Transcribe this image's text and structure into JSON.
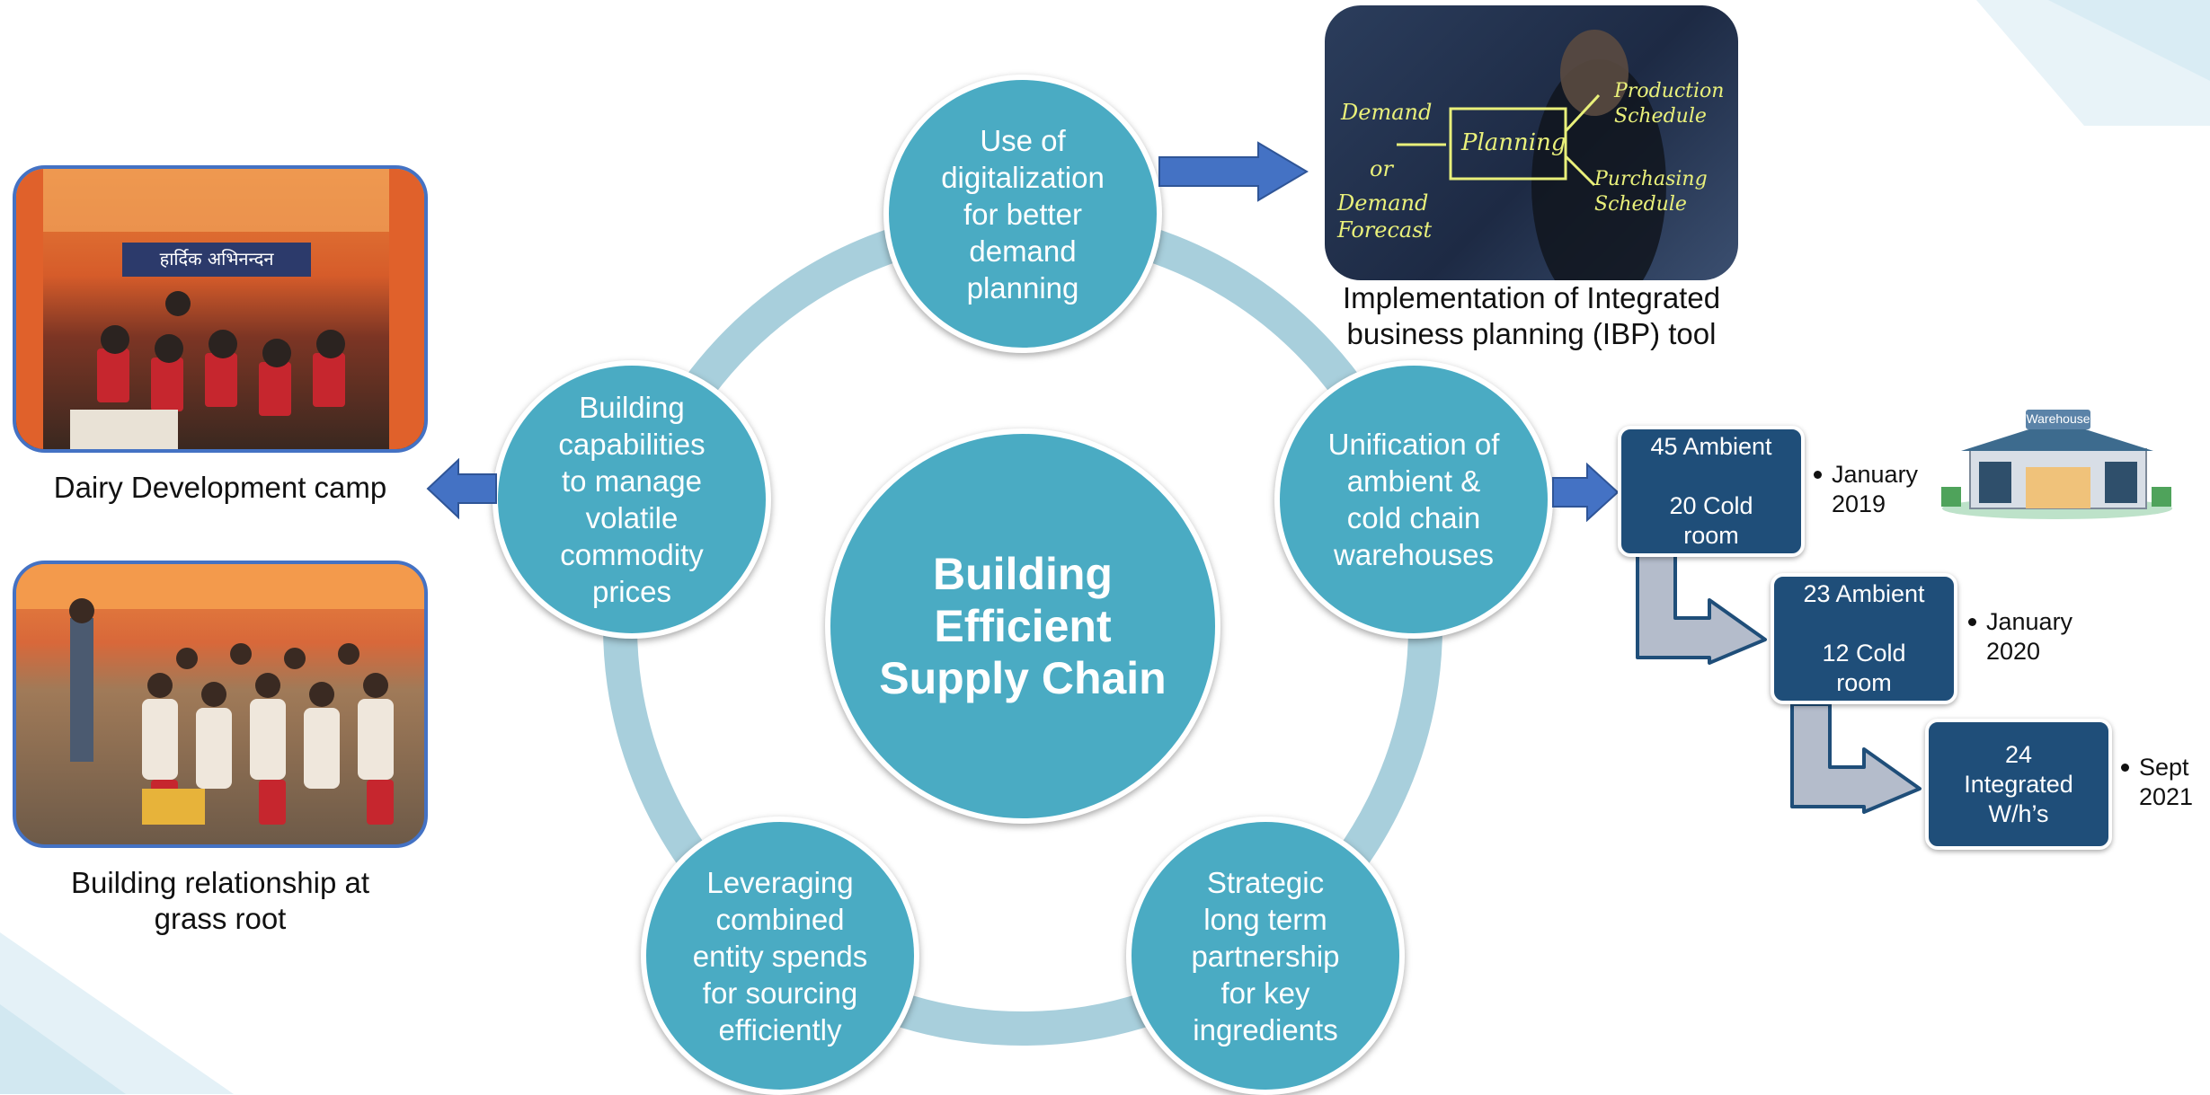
{
  "center": {
    "label": "Building\nEfficient\nSupply Chain"
  },
  "nodes": {
    "top": "Use of\ndigitalization\nfor better\ndemand\nplanning",
    "right": "Unification of\nambient &\ncold chain\nwarehouses",
    "bottom_right": "Strategic\nlong term\npartnership\nfor key\ningredients",
    "bottom_left": "Leveraging\ncombined\nentity spends\nfor sourcing\nefficiently",
    "left": "Building\ncapabilities\nto manage\nvolatile\ncommodity\nprices"
  },
  "ibp": {
    "caption": "Implementation of Integrated\nbusiness planning (IBP) tool",
    "board": {
      "demand": "Demand",
      "or": "or",
      "demand_forecast": "Demand\nForecast",
      "planning": "Planning",
      "production": "Production\nSchedule",
      "purchasing": "Purchasing\nSchedule"
    }
  },
  "photos": {
    "camp_caption": "Dairy Development camp",
    "camp_banner": "हार्दिक अभिनन्दन",
    "grassroot_caption": "Building relationship at\ngrass root"
  },
  "warehouses": {
    "icon_label": "Warehouse",
    "steps": [
      {
        "box": "45 Ambient\n\n20 Cold\nroom",
        "when": "January\n2019"
      },
      {
        "box": "23 Ambient\n\n12 Cold\nroom",
        "when": "January\n2020"
      },
      {
        "box": "24\nIntegrated\nW/h’s",
        "when": "Sept\n2021"
      }
    ]
  },
  "colors": {
    "circle": "#4aabc3",
    "ring": "#a8cfdc",
    "box": "#1f4e79",
    "arrow_blue": "#4472c4",
    "arrow_grey": "#b4bccb"
  }
}
